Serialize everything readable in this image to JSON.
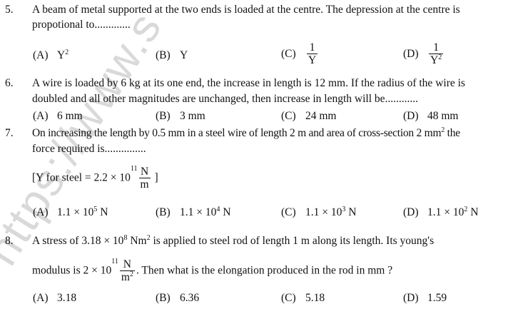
{
  "watermark": "https://www.s",
  "questions": [
    {
      "num": "5.",
      "line1": "A beam of metal supported at the two ends is loaded at the centre. The depression at the centre is",
      "line2": "propotional to.............",
      "options": [
        {
          "label": "(A)",
          "base": "Y",
          "sup": "2"
        },
        {
          "label": "(B)",
          "text": "Y"
        },
        {
          "label": "(C)",
          "num": "1",
          "den": "Y"
        },
        {
          "label": "(D)",
          "num": "1",
          "den": "Y",
          "den_sup": "2"
        }
      ]
    },
    {
      "num": "6.",
      "line1": "A wire is loaded by 6 kg at its one end, the increase in length is 12 mm. If the radius of the wire is",
      "line2": "doubled and all other magnitudes are unchanged, then increase in length will be............",
      "options": [
        {
          "label": "(A)",
          "text": "6 mm"
        },
        {
          "label": "(B)",
          "text": "3 mm"
        },
        {
          "label": "(C)",
          "text": "24 mm"
        },
        {
          "label": "(D)",
          "text": "48 mm"
        }
      ]
    },
    {
      "num": "7.",
      "line1a": "On increasing the length by 0.5 mm in a steel wire of length 2 m and area of cross-section 2 mm",
      "line1_sup": "2",
      "line1b": " the",
      "line2": "force required is...............",
      "given_prefix": "[Y for steel = 2.2 × 10",
      "given_sup": "11",
      "given_num": "N",
      "given_den": "m",
      "given_suffix": "]",
      "options": [
        {
          "label": "(A)",
          "text": "1.1 × 10",
          "sup": "5",
          "unit": " N"
        },
        {
          "label": "(B)",
          "text": "1.1 × 10",
          "sup": "4",
          "unit": " N"
        },
        {
          "label": "(C)",
          "text": "1.1 × 10",
          "sup": "3",
          "unit": " N"
        },
        {
          "label": "(D)",
          "text": "1.1 × 10",
          "sup": "2",
          "unit": " N"
        }
      ]
    },
    {
      "num": "8.",
      "line1a": "A stress of 3.18 × 10",
      "line1_sup1": "8",
      "line1b": " Nm",
      "line1_sup2": "2",
      "line1c": " is applied to steel rod of length 1 m along its length. Its young's",
      "line2a": "modulus is 2 × 10",
      "line2_sup": "11",
      "line2_num": "N",
      "line2_den": "m",
      "line2_den_sup": "2",
      "line2b": ". Then what is the elongation produced in the rod in mm ?",
      "options": [
        {
          "label": "(A)",
          "text": "3.18"
        },
        {
          "label": "(B)",
          "text": "6.36"
        },
        {
          "label": "(C)",
          "text": "5.18"
        },
        {
          "label": "(D)",
          "text": "1.59"
        }
      ]
    }
  ]
}
